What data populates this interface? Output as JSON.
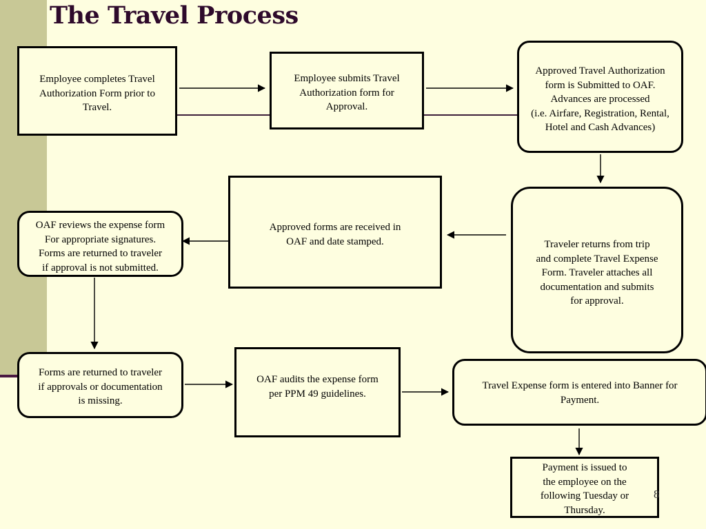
{
  "slide": {
    "title": "The Travel Process",
    "page_number": "8",
    "colors": {
      "background": "#fefee0",
      "sidebar": "#c8c896",
      "title": "#2e0a2b",
      "accent_line": "#3c1e3a"
    }
  },
  "steps": {
    "step1": "Employee completes Travel\nAuthorization Form prior to\nTravel.",
    "step2": "Employee submits Travel\nAuthorization form  for\nApproval.",
    "step3": "Approved Travel Authorization\nform is Submitted to OAF.\nAdvances are processed\n(i.e. Airfare, Registration, Rental,\nHotel and Cash Advances)",
    "step4": "Traveler returns from trip\nand complete Travel Expense\nForm.  Traveler attaches all\ndocumentation and submits\nfor approval.",
    "step5": "Approved forms are received in\nOAF and date stamped.",
    "step6": "OAF reviews the expense form\nFor appropriate signatures.\nForms are returned to traveler\nif approval is not submitted.",
    "step7": "Forms are returned to traveler\nif approvals or documentation\nis missing.",
    "step8": "OAF audits the expense form\nper PPM 49 guidelines.",
    "step9": "Travel Expense form is entered into Banner for\nPayment.",
    "step10": "Payment is issued to\nthe employee on  the\nfollowing Tuesday or\nThursday."
  }
}
